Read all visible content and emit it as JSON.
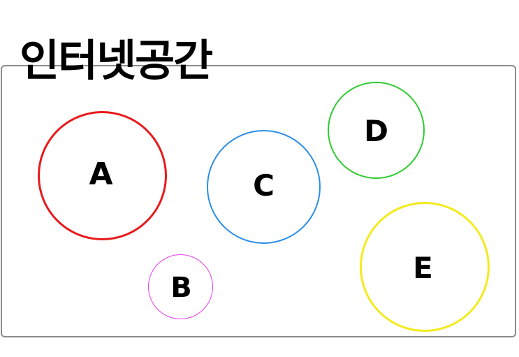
{
  "title": "인터넷공간",
  "nodes": [
    {
      "id": "a",
      "label": "A",
      "color": "#e8191b"
    },
    {
      "id": "b",
      "label": "B",
      "color": "#e63ce6"
    },
    {
      "id": "c",
      "label": "C",
      "color": "#2a8ee8"
    },
    {
      "id": "d",
      "label": "D",
      "color": "#2ecc2e"
    },
    {
      "id": "e",
      "label": "E",
      "color": "#f3eb1f"
    }
  ],
  "frame_color": "#8c8c8c"
}
